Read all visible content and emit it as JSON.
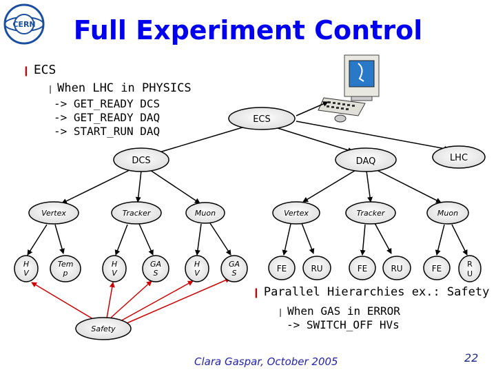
{
  "logo": {
    "text": "CERN"
  },
  "title": "Full Experiment Control",
  "left_bullets": {
    "main": "ECS",
    "sub_head": "When LHC in PHYSICS",
    "lines": [
      "-> GET_READY DCS",
      "-> GET_READY DAQ",
      "-> START_RUN DAQ"
    ]
  },
  "right_bullets": {
    "main": "Parallel Hierarchies ex.: Safety",
    "sub_head": "When GAS in ERROR",
    "lines": [
      "-> SWITCH_OFF HVs"
    ]
  },
  "nodes": {
    "ecs": "ECS",
    "lhc": "LHC",
    "dcs": "DCS",
    "daq": "DAQ",
    "dcs_vertex": "Vertex",
    "dcs_tracker": "Tracker",
    "dcs_muon": "Muon",
    "daq_vertex": "Vertex",
    "daq_tracker": "Tracker",
    "daq_muon": "Muon",
    "hv1_a": "H",
    "hv1_b": "V",
    "temp_a": "Tem",
    "temp_b": "p",
    "hv2_a": "H",
    "hv2_b": "V",
    "gas1_a": "GA",
    "gas1_b": "S",
    "hv3_a": "H",
    "hv3_b": "V",
    "gas2_a": "GA",
    "gas2_b": "S",
    "fe1": "FE",
    "ru1": "RU",
    "fe2": "FE",
    "ru2": "RU",
    "fe3": "FE",
    "ru3_a": "R",
    "ru3_b": "U",
    "safety": "Safety"
  },
  "colors": {
    "title": "#0000ee",
    "bullet": "#cc0000",
    "safety_lines": "#cc0000",
    "footer": "#2222aa"
  },
  "footer": {
    "author": "Clara Gaspar, October 2005",
    "page": "22"
  }
}
